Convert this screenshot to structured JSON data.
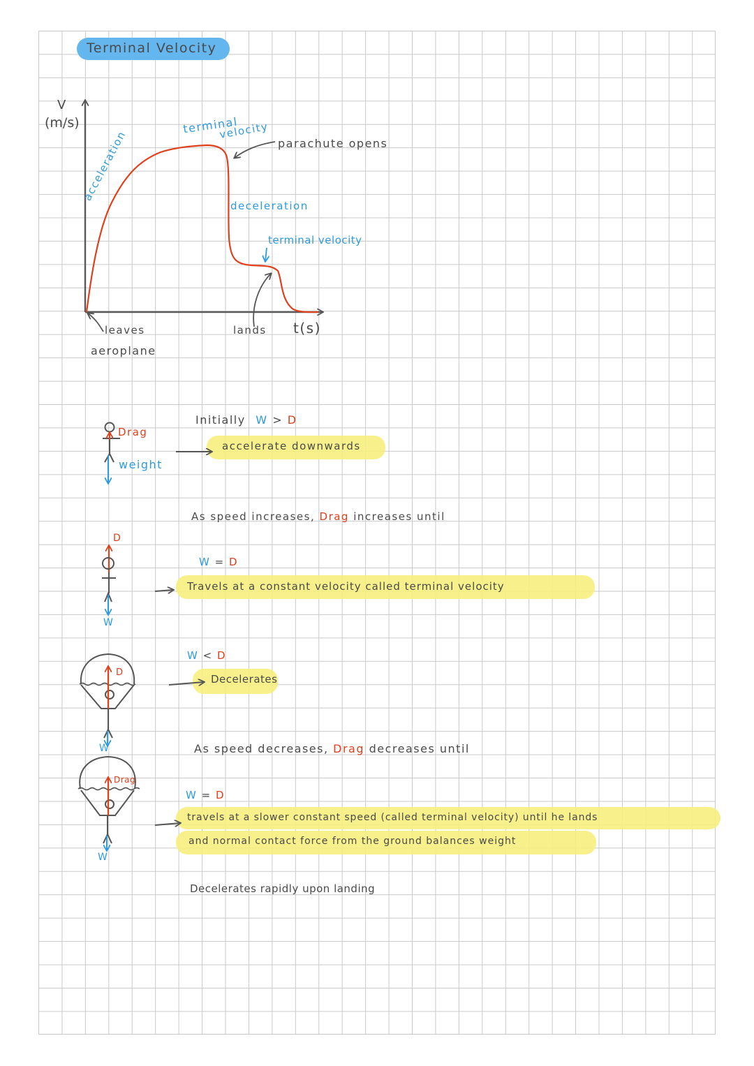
{
  "title": "Terminal Velocity",
  "colors": {
    "title_highlight": "#63b6ee",
    "marker_highlight": "#f6ee7e",
    "ink": "#4a4a4a",
    "blue_ink": "#2e9be0",
    "red_ink": "#e0401c",
    "grid": "#c9c9c9"
  },
  "graph": {
    "y_axis_label_1": "V",
    "y_axis_label_2": "(m/s)",
    "x_axis_label": "t(s)",
    "annotations": {
      "acceleration": "acceleration",
      "terminal_velocity_1a": "terminal",
      "terminal_velocity_1b": "velocity",
      "parachute_opens": "parachute opens",
      "deceleration": "deceleration",
      "terminal_velocity_2": "terminal velocity",
      "lands": "lands",
      "leaves_1": "leaves",
      "leaves_2": "aeroplane"
    }
  },
  "stages": [
    {
      "figure": "stick-figure",
      "force_up": "Drag",
      "force_down": "weight",
      "condition_prefix": "Initially",
      "condition_w": "W",
      "condition_op": ">",
      "condition_d": "D",
      "result": "accelerate downwards"
    },
    {
      "transition_prefix": "As speed increases,",
      "transition_drag": "Drag",
      "transition_suffix": "increases until"
    },
    {
      "figure": "stick-figure",
      "force_up": "D",
      "force_down": "W",
      "condition_w": "W",
      "condition_op": "=",
      "condition_d": "D",
      "result": "Travels at a constant velocity called terminal velocity"
    },
    {
      "figure": "parachute",
      "force_up": "D",
      "force_down": "W",
      "condition_w": "W",
      "condition_op": "<",
      "condition_d": "D",
      "result": "Decelerates"
    },
    {
      "transition_prefix": "As speed decreases,",
      "transition_drag": "Drag",
      "transition_suffix": "decreases until"
    },
    {
      "figure": "parachute",
      "force_up": "Drag",
      "force_down": "W",
      "condition_w": "W",
      "condition_op": "=",
      "condition_d": "D",
      "result_line_1": "travels at a slower constant speed (called terminal velocity) until he lands",
      "result_line_2": "and normal contact force from the ground balances weight"
    }
  ],
  "final_note": "Decelerates rapidly upon landing"
}
